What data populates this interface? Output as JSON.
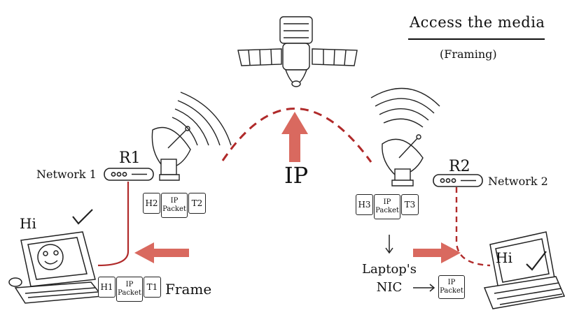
{
  "header": {
    "title": "Access the media",
    "subtitle": "(Framing)"
  },
  "center": {
    "protocol_label": "IP"
  },
  "routers": [
    {
      "label": "R1",
      "network_label": "Network 1"
    },
    {
      "label": "R2",
      "network_label": "Network 2"
    }
  ],
  "packets": {
    "r1": {
      "header": "H2",
      "body_line1": "IP",
      "body_line2": "Packet",
      "trailer": "T2"
    },
    "r2": {
      "header": "H3",
      "body_line1": "IP",
      "body_line2": "Packet",
      "trailer": "T3"
    },
    "pc": {
      "header": "H1",
      "body_line1": "IP",
      "body_line2": "Packet",
      "trailer": "T1"
    },
    "nic": {
      "body_line1": "IP",
      "body_line2": "Packet"
    }
  },
  "labels": {
    "frame": "Frame",
    "nic_line1": "Laptop's",
    "nic_line2": "NIC",
    "greeting_desktop": "Hi",
    "greeting_laptop": "Hi"
  },
  "icons": [
    "satellite-icon",
    "dish-antenna-icon",
    "router-icon",
    "desktop-computer-icon",
    "laptop-icon",
    "arrow-icon"
  ],
  "colors": {
    "link_red": "#b02a2a",
    "arrow_red": "#d9695f",
    "ink": "#111111"
  }
}
